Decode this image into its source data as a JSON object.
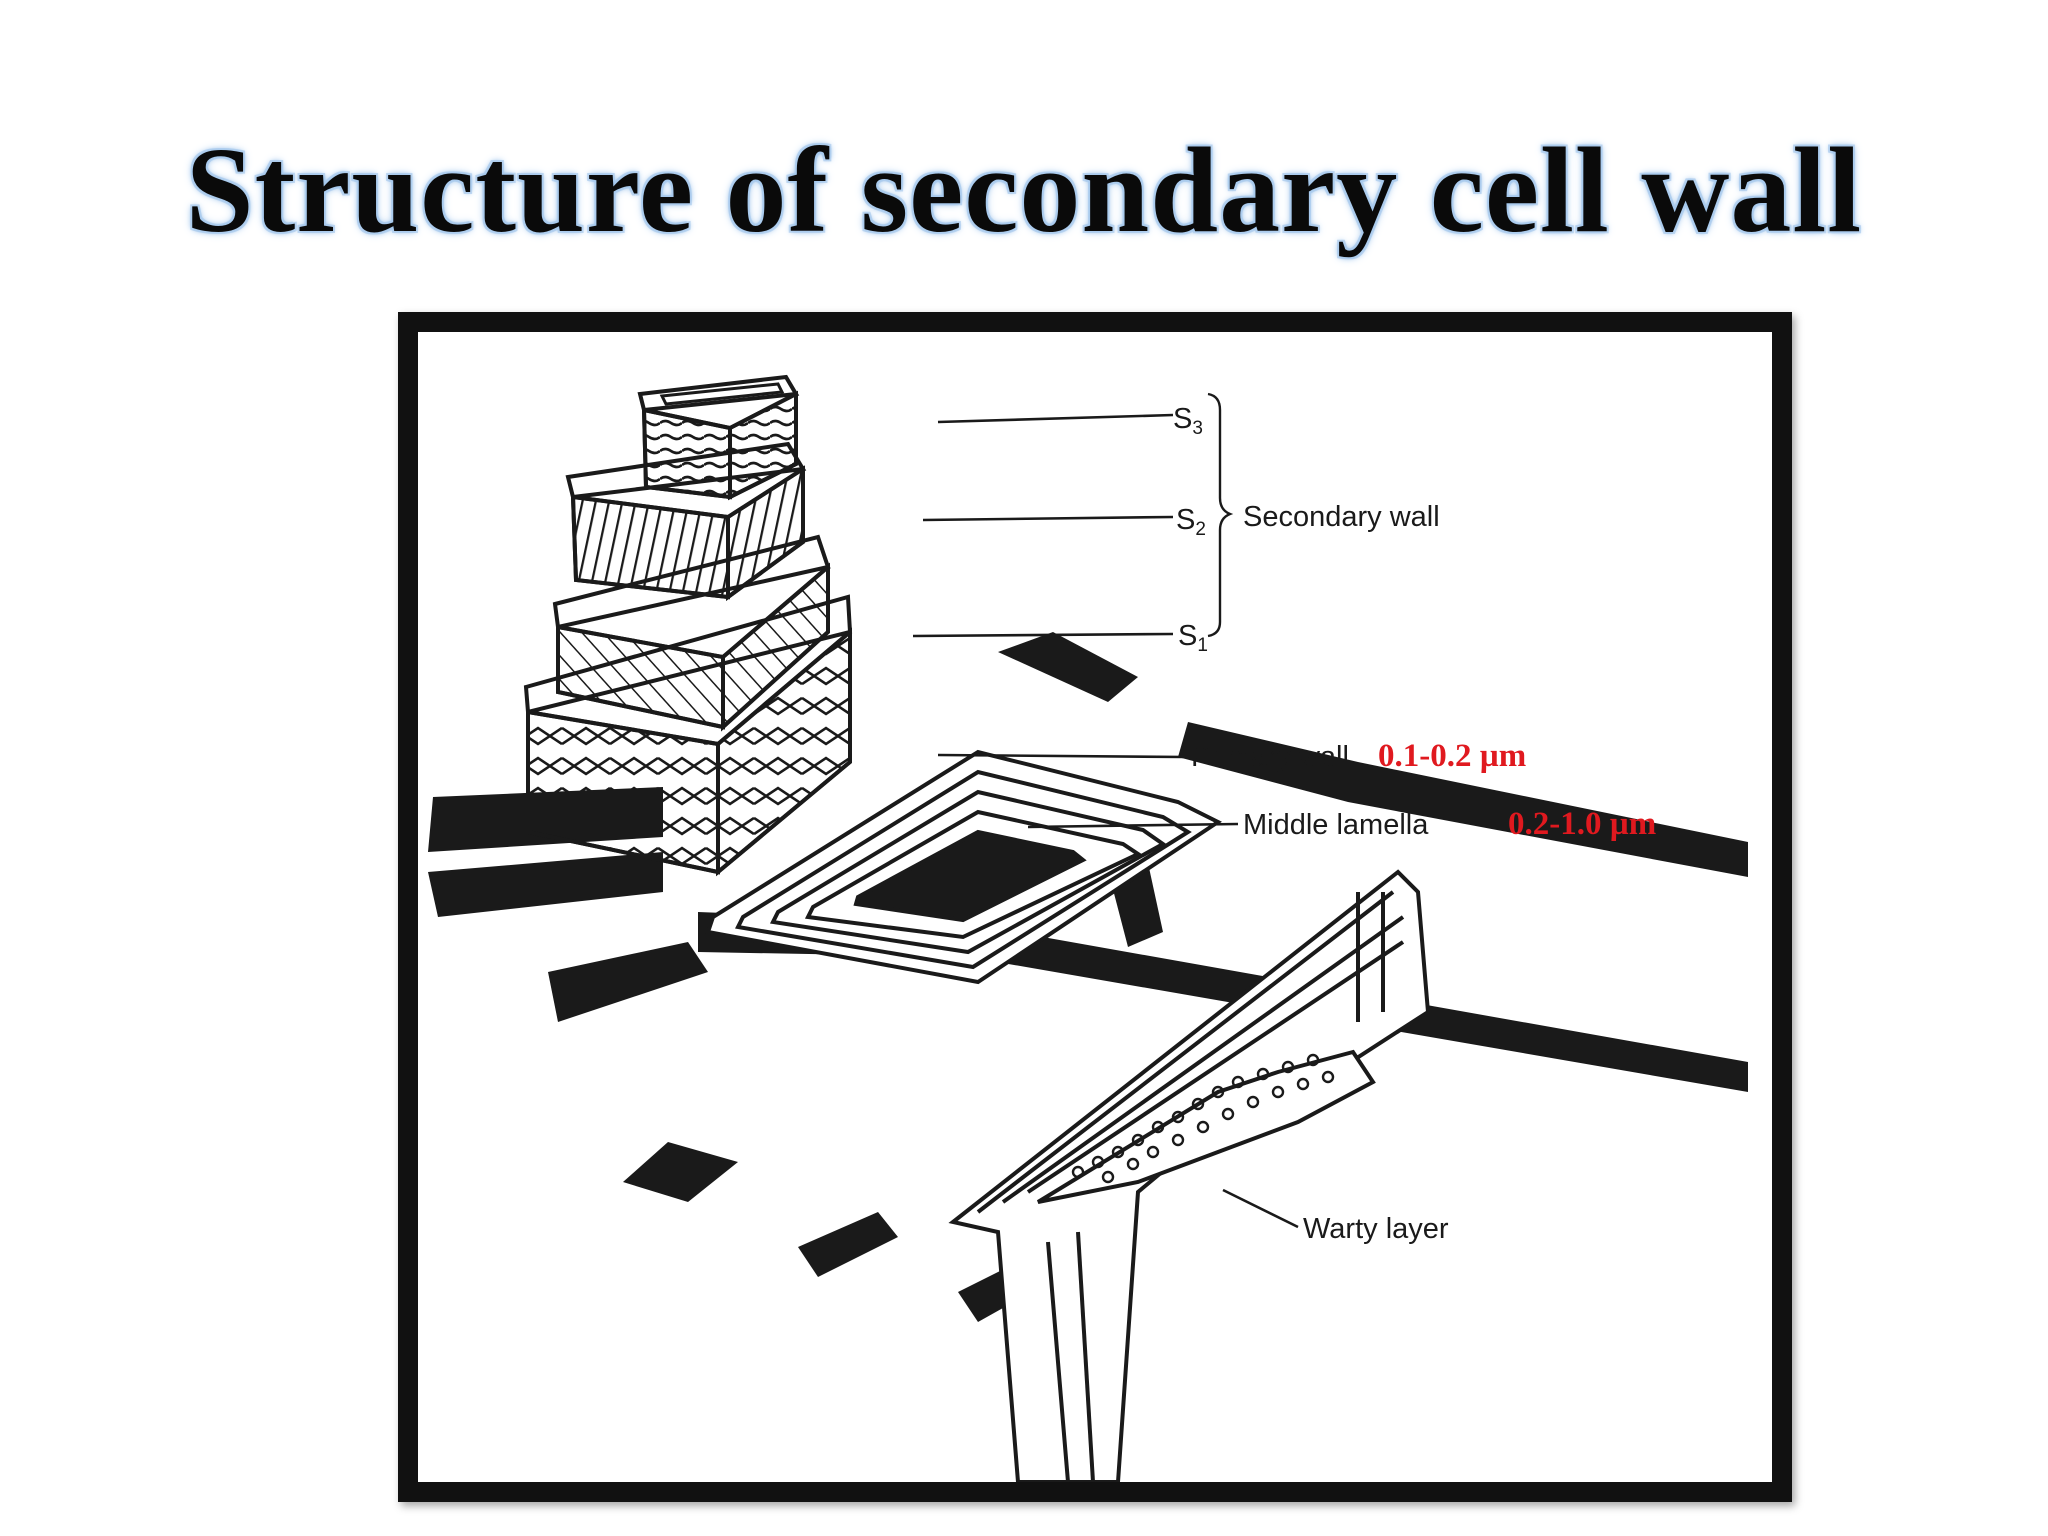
{
  "slide": {
    "title": "Structure of secondary cell wall"
  },
  "diagram": {
    "labels": {
      "s3": "S",
      "s3_sub": "3",
      "s2": "S",
      "s2_sub": "2",
      "s1": "S",
      "s1_sub": "1",
      "secondary_wall": "Secondary wall",
      "primary_wall": "Primary wall",
      "middle_lamella": "Middle lamella",
      "warty_layer": "Warty layer"
    },
    "measurements": {
      "primary_wall": "0.1-0.2 µm",
      "middle_lamella": "0.2-1.0 µm"
    },
    "colors": {
      "ink": "#1a1a1a",
      "measurement": "#e0191f",
      "title_glow": "#aacbee"
    }
  }
}
